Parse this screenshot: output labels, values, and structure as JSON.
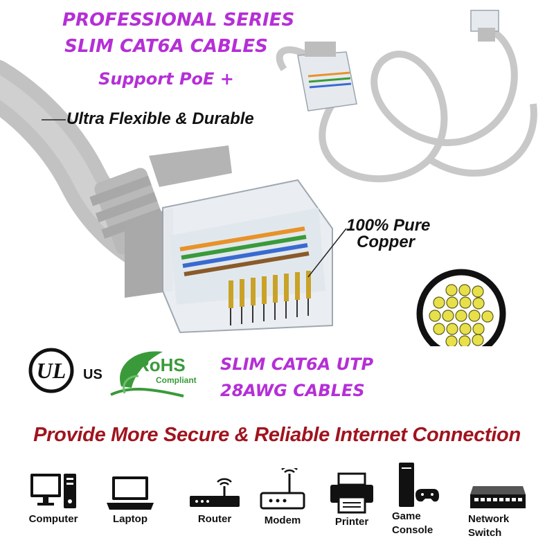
{
  "headline": {
    "line1": "PROFESSIONAL SERIES",
    "line2": "SLIM CAT6A CABLES",
    "line3": "Support PoE +"
  },
  "callouts": {
    "flexible": "Ultra Flexible & Durable",
    "copper_line1": "100% Pure",
    "copper_line2": "Copper"
  },
  "certifications": {
    "ul_suffix": "US",
    "rohs_main": "RoHS",
    "rohs_sub": "Compliant"
  },
  "product_spec": {
    "line1": "SLIM CAT6A UTP",
    "line2": "28AWG CABLES"
  },
  "tagline": "Provide More Secure & Reliable Internet Connection",
  "devices": [
    {
      "label": "Computer",
      "icon": "computer-icon"
    },
    {
      "label": "Laptop",
      "icon": "laptop-icon"
    },
    {
      "label": "Router",
      "icon": "router-icon"
    },
    {
      "label": "Modem",
      "icon": "modem-icon"
    },
    {
      "label": "Printer",
      "icon": "printer-icon"
    },
    {
      "label": "Game\nConsole",
      "icon": "game-console-icon"
    },
    {
      "label": "Network\nSwitch",
      "icon": "network-switch-icon"
    }
  ],
  "colors": {
    "headline": "#b52fd6",
    "tagline": "#a0141e",
    "cable": "#c9c9c9",
    "copper_strand": "#e8e04a",
    "rohs_green": "#3a9a3a"
  }
}
